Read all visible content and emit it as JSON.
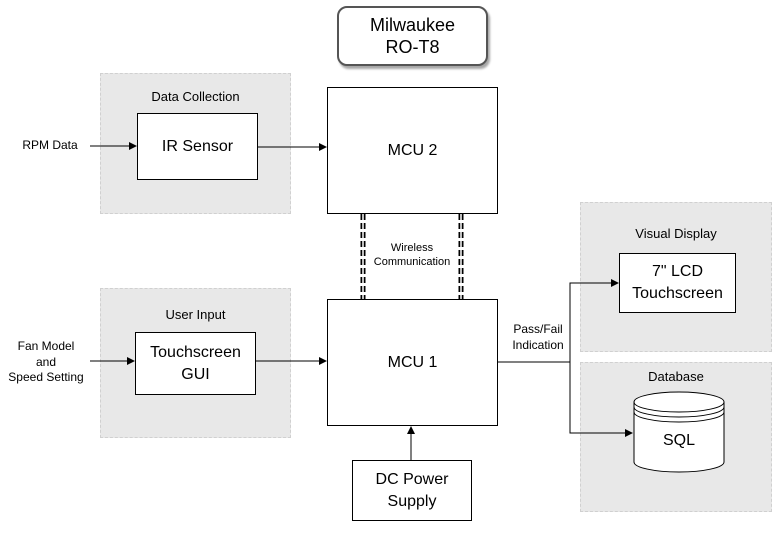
{
  "title": {
    "line1": "Milwaukee",
    "line2": "RO-T8"
  },
  "groups": {
    "data_collection": "Data Collection",
    "user_input": "User Input",
    "visual_display": "Visual Display",
    "database": "Database"
  },
  "blocks": {
    "ir_sensor": "IR Sensor",
    "mcu2": "MCU 2",
    "mcu1": "MCU 1",
    "touchscreen_gui": "Touchscreen\nGUI",
    "lcd": "7\" LCD\nTouchscreen",
    "dc_power": "DC Power\nSupply",
    "sql": "SQL"
  },
  "labels": {
    "rpm_data": "RPM Data",
    "fan_model": "Fan Model\nand\nSpeed Setting",
    "wireless": "Wireless\nCommunication",
    "pass_fail": "Pass/Fail\nIndication"
  }
}
